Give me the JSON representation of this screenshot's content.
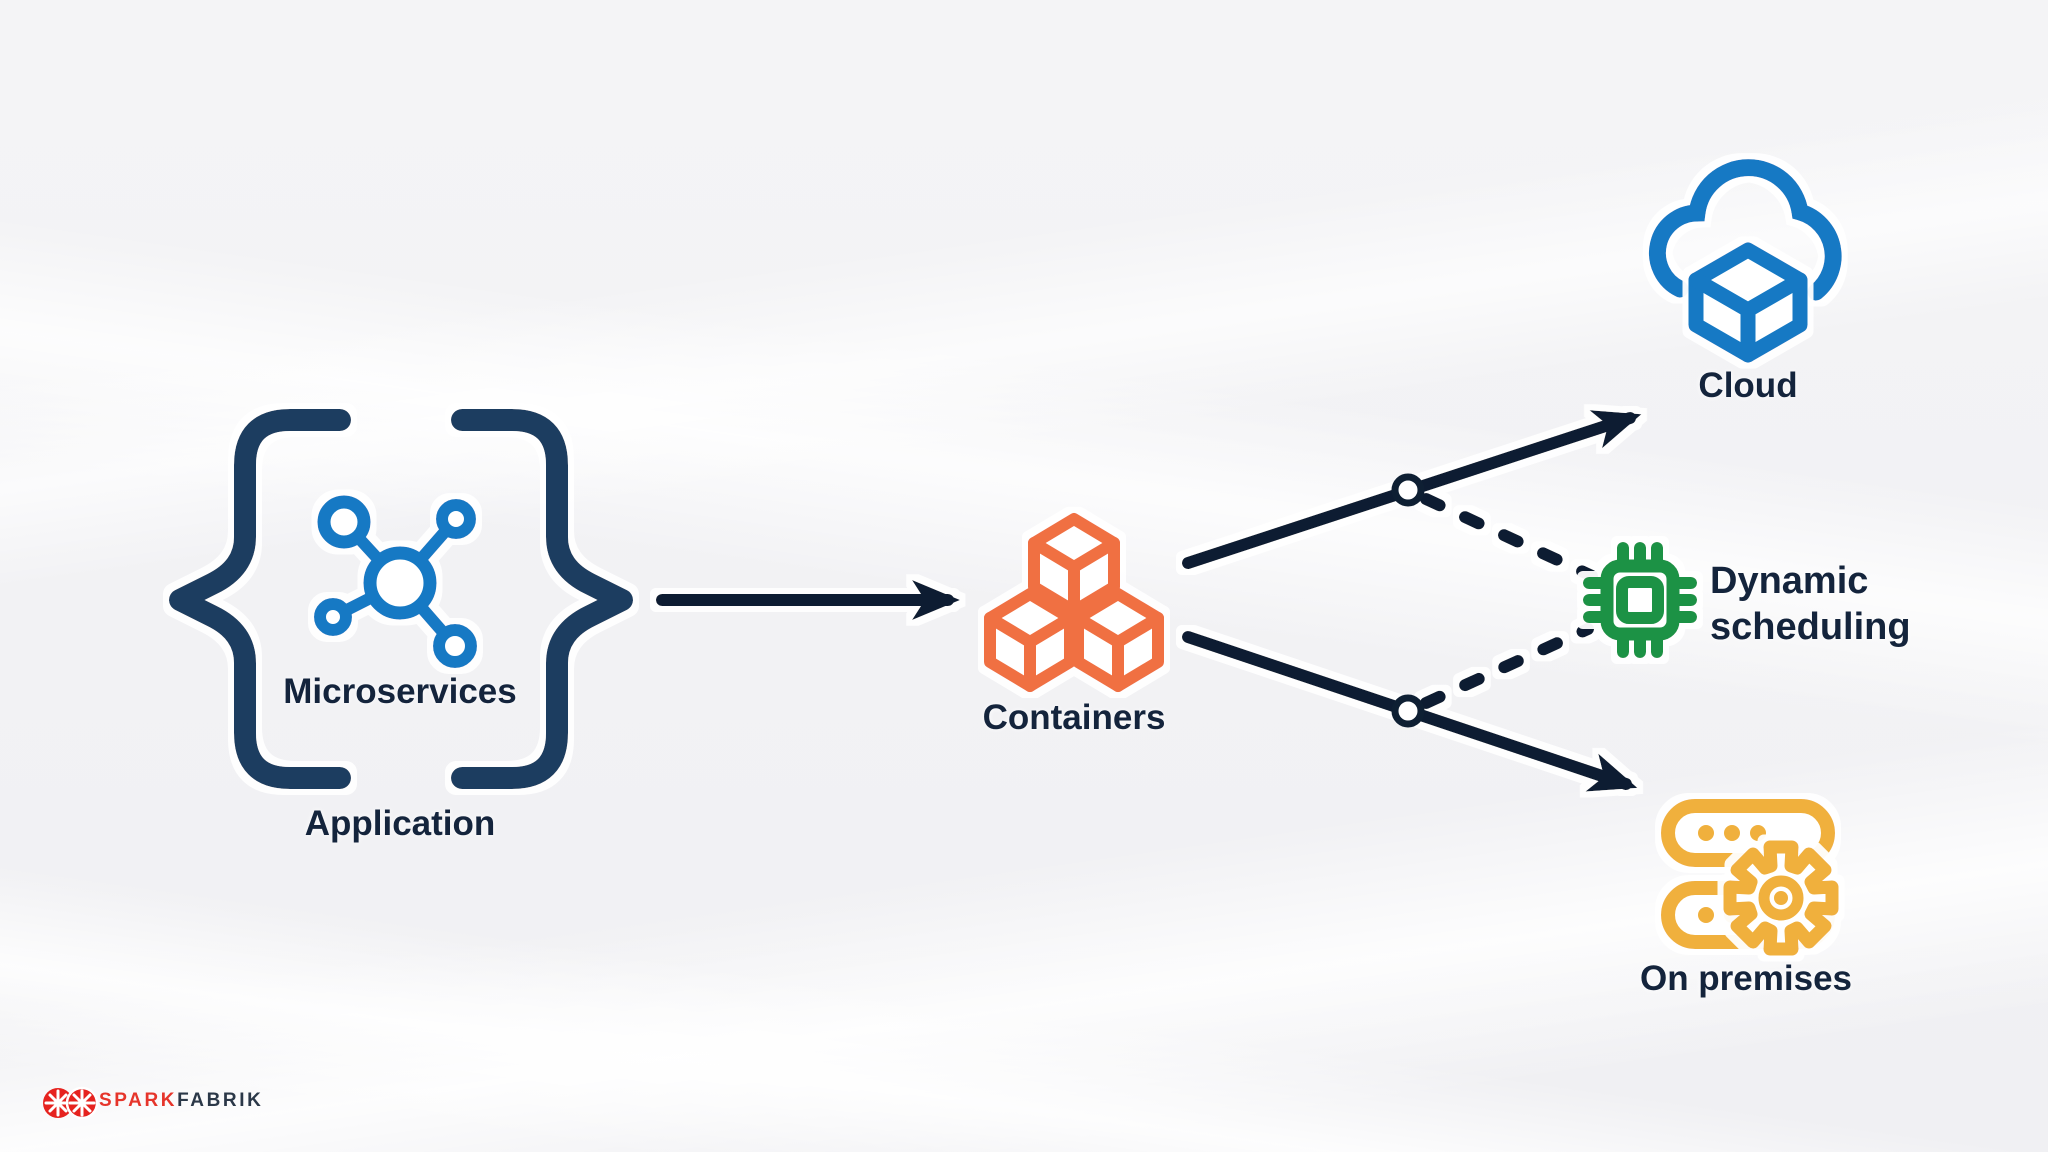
{
  "diagram": {
    "title_implicit": "Microservices application deployed as containers to cloud, on premises and dynamic scheduling",
    "nodes": {
      "application": {
        "sub_label": "Microservices",
        "label": "Application",
        "icon": "microservices-network-icon",
        "wrapper_icon": "curly-braces-icon"
      },
      "containers": {
        "label": "Containers",
        "icon": "container-cubes-icon"
      },
      "cloud": {
        "label": "Cloud",
        "icon": "cloud-box-icon"
      },
      "dynamic_scheduling": {
        "lines": [
          "Dynamic",
          "scheduling"
        ],
        "icon": "cpu-chip-icon"
      },
      "on_premises": {
        "label": "On premises",
        "icon": "server-gear-icon"
      }
    },
    "edges": [
      {
        "from": "application",
        "to": "containers",
        "style": "solid-arrow"
      },
      {
        "from": "containers",
        "to": "cloud",
        "style": "solid-arrow",
        "branch_node": "circle"
      },
      {
        "from": "containers",
        "to": "on_premises",
        "style": "solid-arrow",
        "branch_node": "circle"
      },
      {
        "from": "cloud-branch-circle",
        "to": "dynamic_scheduling",
        "style": "dashed-line"
      },
      {
        "from": "on-premises-branch-circle",
        "to": "dynamic_scheduling",
        "style": "dashed-line"
      }
    ],
    "colors": {
      "label_navy": "#14243c",
      "brace_navy": "#1b3c60",
      "arrow_navy": "#0e1f33",
      "icon_blue": "#1379c4",
      "icon_orange": "#f07043",
      "icon_green": "#1a9245",
      "icon_yellow": "#f0b03c",
      "background": "#f1f1f4"
    }
  },
  "footer": {
    "logo_text_primary": "SPARK",
    "logo_text_secondary": "FABRIK",
    "logo_mark": "sparkfabrik-shutter-logo-icon",
    "logo_red": "#e6352b"
  }
}
